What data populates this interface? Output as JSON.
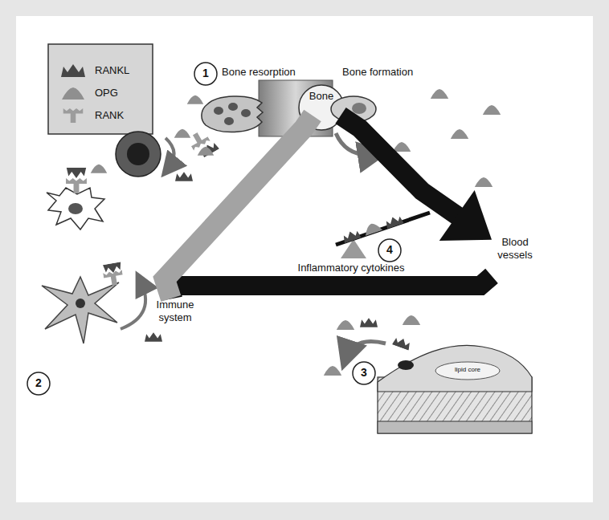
{
  "diagram": {
    "nodes": [
      {
        "text": [
          "Bone"
        ]
      },
      {
        "text": [
          "Blood vessels"
        ]
      },
      {
        "text": [
          "Immune system"
        ]
      }
    ],
    "edges": [
      {
        "from": 0,
        "to": 1,
        "arrow": "to"
      },
      {
        "from": 1,
        "to": 2,
        "arrow": "none"
      },
      {
        "from": 2,
        "to": 0,
        "arrow": "none"
      }
    ],
    "labels": [
      "Bone resorption",
      "Bone formation",
      "1",
      "2",
      "3",
      "4",
      "Inflammatory cytokines",
      "lipid core"
    ],
    "legend": [
      {
        "text": "RANKL"
      },
      {
        "text": "OPG"
      },
      {
        "text": "RANK"
      }
    ]
  }
}
